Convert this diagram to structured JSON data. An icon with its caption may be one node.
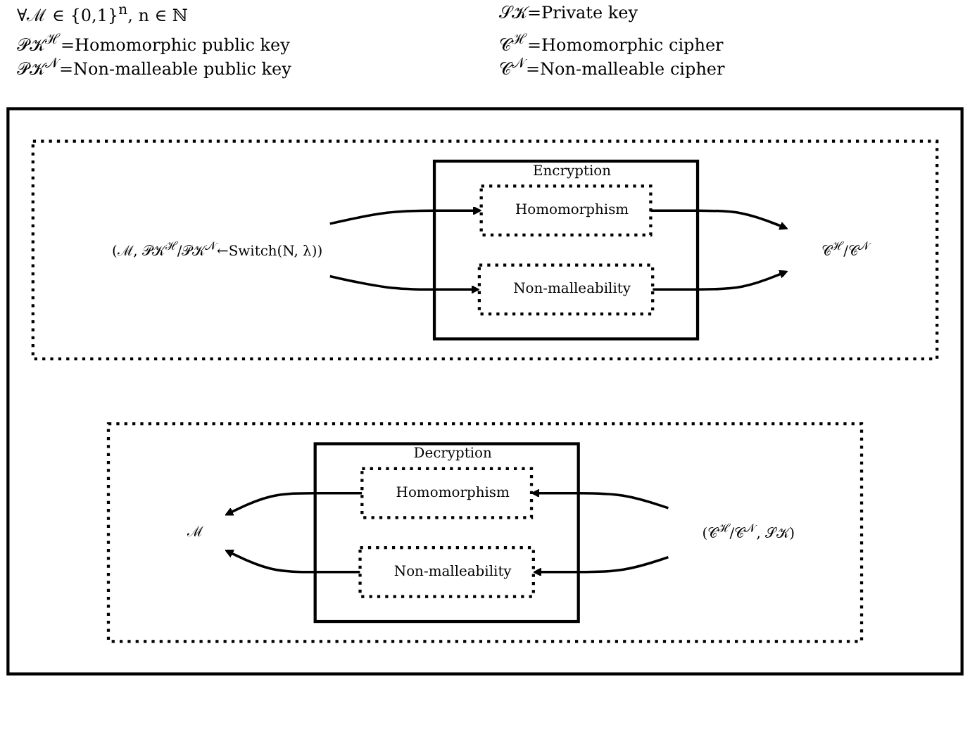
{
  "diagram": {
    "nodes": [
      {
        "text": [],
        "shape": "box"
      },
      {
        "text": [],
        "shape": "box",
        "in": 0
      },
      {
        "text": [
          "Encryption"
        ],
        "in": 1
      },
      {
        "text": [
          "Homomorphism"
        ],
        "in": 2
      },
      {
        "text": [
          "Non-malleability"
        ],
        "in": 2
      },
      {
        "text": [
          "(ℳ, 𝒫𝒦$^{ℋ}$/𝒫𝒦$^{𝒩}$←Switch(N, λ))"
        ],
        "in": 1
      },
      {
        "text": [
          "𝒞$^{ℋ}$/𝒞$^{𝒩}$"
        ],
        "in": 1
      },
      {
        "text": [],
        "shape": "box",
        "in": 0
      },
      {
        "text": [
          "Decryption"
        ],
        "in": 7
      },
      {
        "text": [
          "Homomorphism"
        ],
        "in": 8
      },
      {
        "text": [
          "Non-malleability"
        ],
        "in": 8
      },
      {
        "text": [
          "(𝒞$^{ℋ}$/𝒞$^{𝒩}$, 𝒮𝒦)"
        ],
        "in": 7
      },
      {
        "text": [
          "ℳ"
        ],
        "in": 7
      }
    ],
    "edges": [
      {
        "from": 5,
        "to": 3,
        "arrow": "to"
      },
      {
        "from": 5,
        "to": 4,
        "arrow": "to"
      },
      {
        "from": 3,
        "to": 6,
        "arrow": "to"
      },
      {
        "from": 4,
        "to": 6,
        "arrow": "to"
      },
      {
        "from": 11,
        "to": 9,
        "arrow": "to"
      },
      {
        "from": 11,
        "to": 10,
        "arrow": "to"
      },
      {
        "from": 9,
        "to": 12,
        "arrow": "to"
      },
      {
        "from": 10,
        "to": 12,
        "arrow": "to"
      }
    ],
    "labels": [
      "∀ℳ ∈ {0,1}$^{n}$, n ∈ ℕ",
      "𝒮𝒦=Private key",
      "𝒫𝒦$^{ℋ}$=Homomorphic public key",
      "𝒞$^{ℋ}$=Homomorphic cipher",
      "𝒫𝒦$^{𝒩}$=Non-malleable public key",
      "𝒞$^{𝒩}$=Non-malleable cipher"
    ]
  }
}
